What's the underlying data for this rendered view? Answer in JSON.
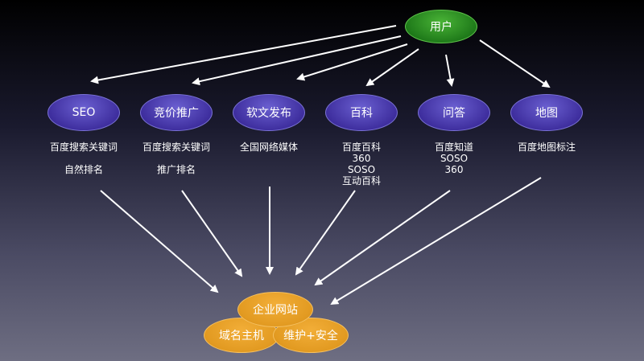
{
  "top": {
    "label": "用户"
  },
  "channels": [
    {
      "id": "seo",
      "label": "SEO",
      "lines": [
        "百度搜索关键词",
        "",
        "自然排名"
      ]
    },
    {
      "id": "sem",
      "label": "竞价推广",
      "lines": [
        "百度搜索关键词",
        "",
        "推广排名"
      ]
    },
    {
      "id": "softpr",
      "label": "软文发布",
      "lines": [
        "全国网络媒体"
      ]
    },
    {
      "id": "baike",
      "label": "百科",
      "lines": [
        "百度百科",
        "360",
        "SOSO",
        "互动百科"
      ]
    },
    {
      "id": "qa",
      "label": "问答",
      "lines": [
        "百度知道",
        "SOSO",
        "360"
      ]
    },
    {
      "id": "map",
      "label": "地图",
      "lines": [
        "百度地图标注"
      ]
    }
  ],
  "bottom": {
    "website": "企业网站",
    "domain_host": "域名主机",
    "maintenance": "维护+安全"
  },
  "colors": {
    "channel_fill": "#3f2f9f",
    "user_fill": "#1f7a1a",
    "foundation_fill": "#e29a21",
    "arrow": "#ffffff"
  }
}
